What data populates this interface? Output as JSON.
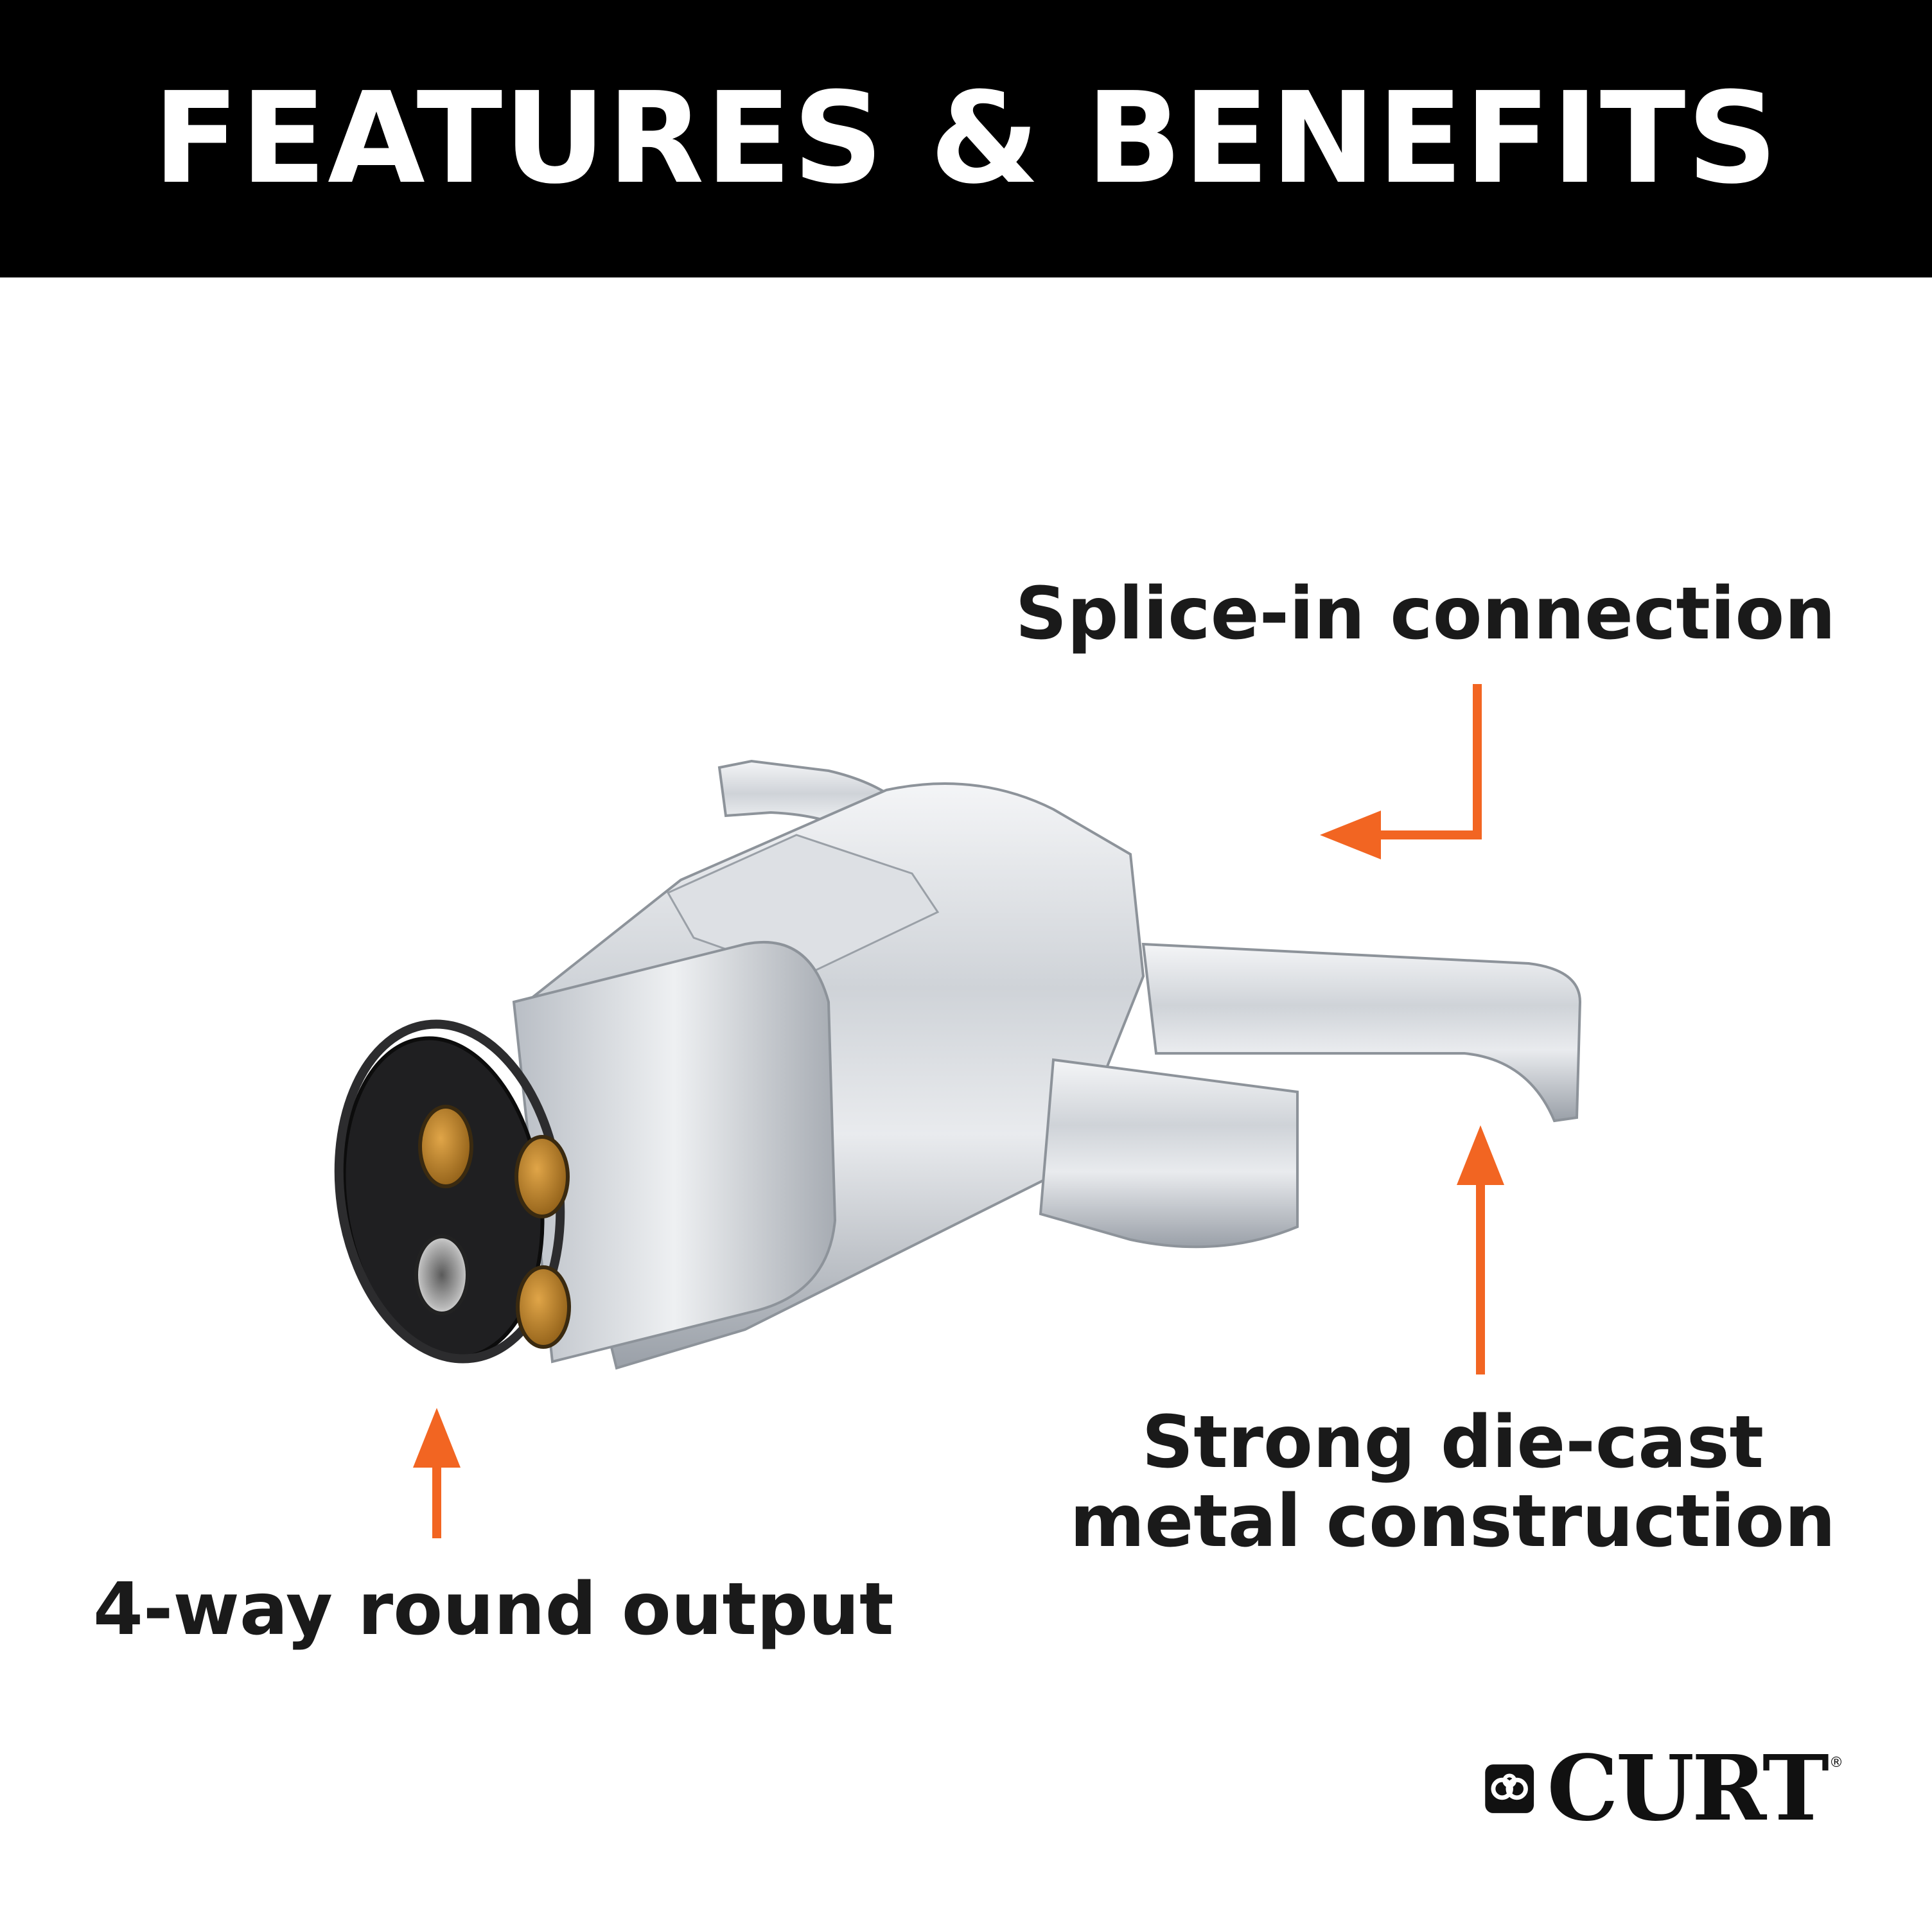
{
  "header": {
    "title": "FEATURES & BENEFITS"
  },
  "callouts": {
    "splice": "Splice-in connection",
    "diecast_line1": "Strong die-cast",
    "diecast_line2": "metal construction",
    "output": "4-way round output"
  },
  "brand": {
    "name": "CURT",
    "registered": "®"
  },
  "colors": {
    "accent": "#F26522",
    "header_bg": "#000000",
    "header_text": "#FFFFFF"
  }
}
